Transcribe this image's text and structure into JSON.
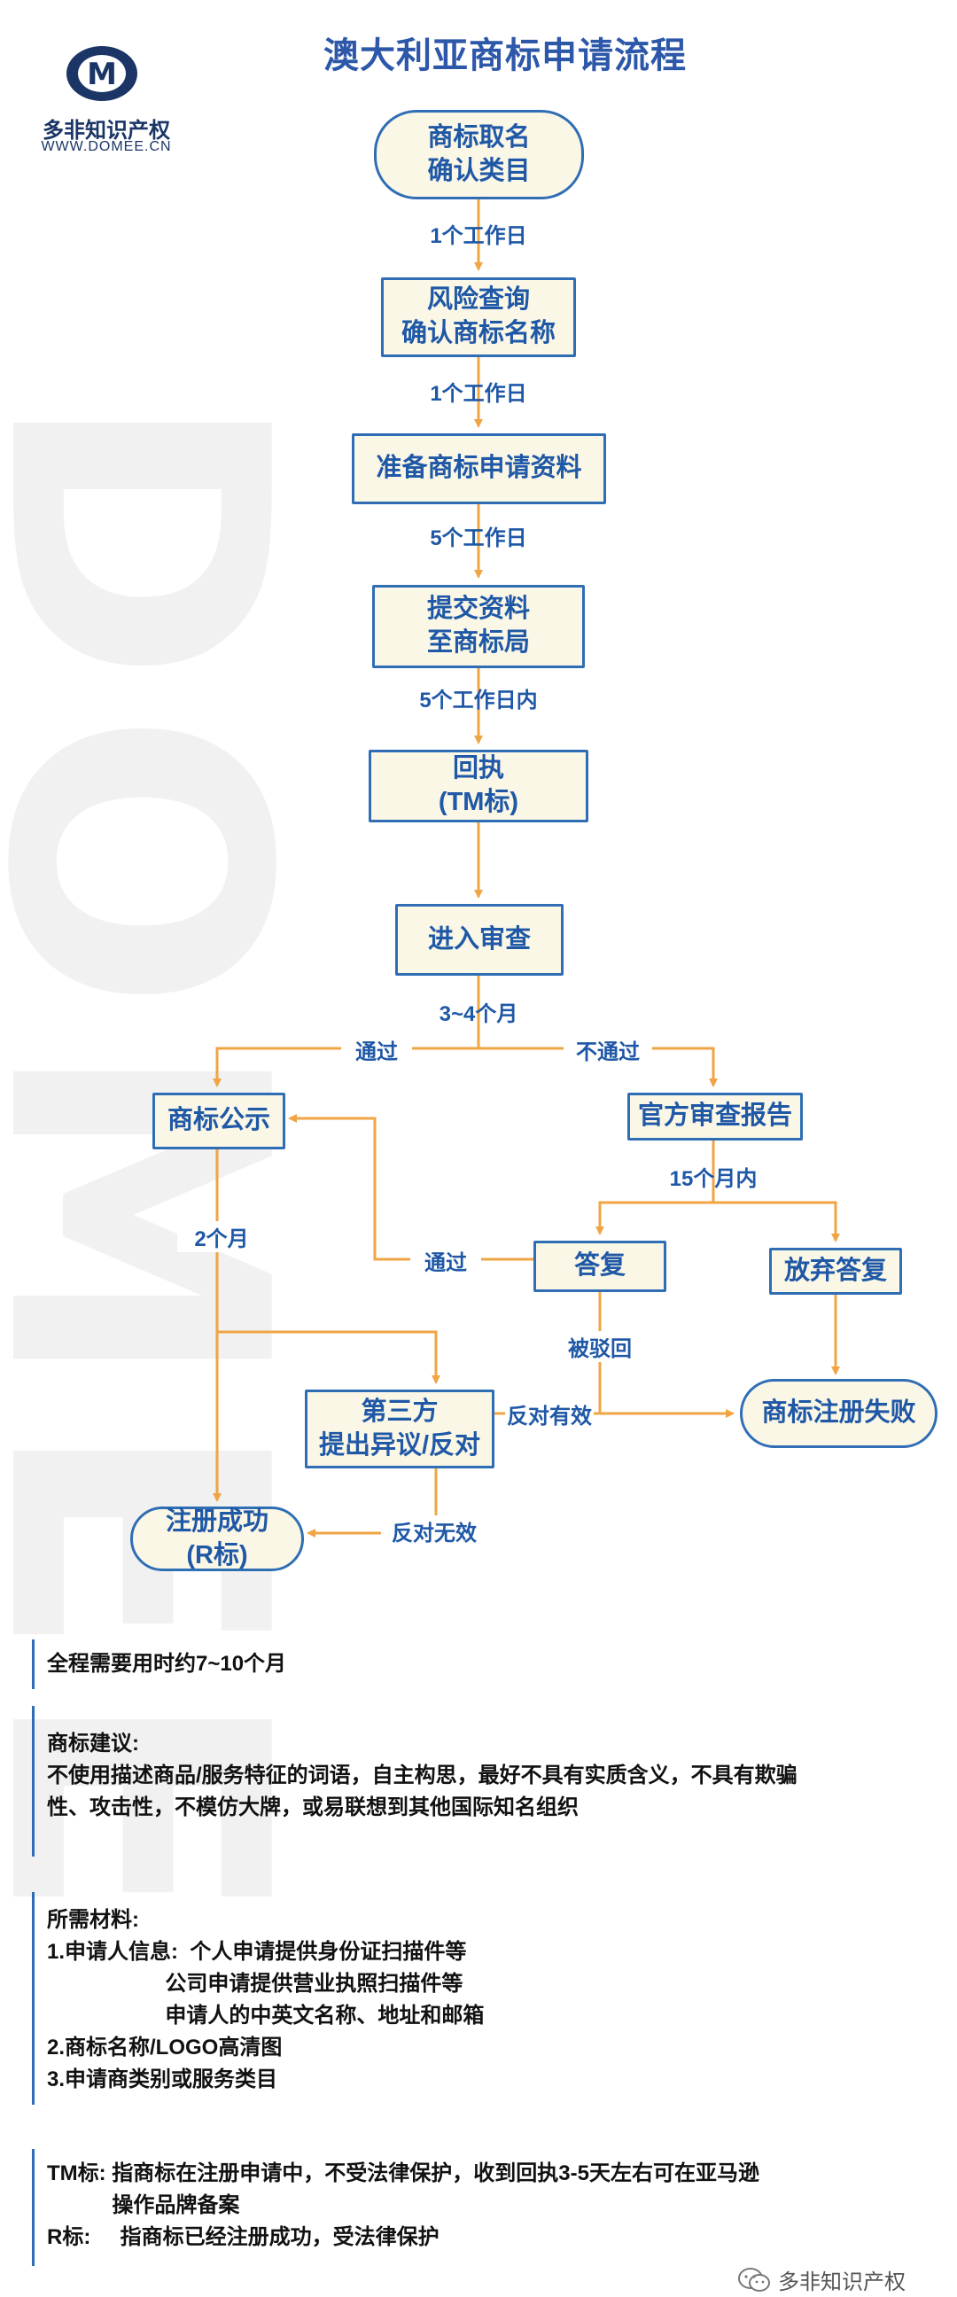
{
  "watermark": "DOMEE",
  "brand": {
    "logo_letter": "M",
    "name": "多非知识产权",
    "url": "WWW.DOMEE.CN"
  },
  "title": "澳大利亚商标申请流程",
  "nodes": {
    "naming": [
      "商标取名",
      "确认类目"
    ],
    "risk": [
      "风险查询",
      "确认商标名称"
    ],
    "prepare": [
      "准备商标申请资料"
    ],
    "submit": [
      "提交资料",
      "至商标局"
    ],
    "receipt": [
      "回执",
      "(TM标)"
    ],
    "exam": [
      "进入审查"
    ],
    "publish": [
      "商标公示"
    ],
    "report": [
      "官方审查报告"
    ],
    "reply": [
      "答复"
    ],
    "abandon": [
      "放弃答复"
    ],
    "third_party": [
      "第三方",
      "提出异议/反对"
    ],
    "fail": [
      "商标注册失败"
    ],
    "success": [
      "注册成功",
      "(R标)"
    ]
  },
  "labels": {
    "d1": "1个工作日",
    "d2": "1个工作日",
    "d3": "5个工作日",
    "d4": "5个工作日内",
    "exam_time": "3~4个月",
    "pass": "通过",
    "fail_exam": "不通过",
    "report_time": "15个月内",
    "reply_pass": "通过",
    "two_months": "2个月",
    "rejected": "被驳回",
    "oppose_valid": "反对有效",
    "oppose_invalid": "反对无效"
  },
  "info": {
    "total": "全程需要用时约7~10个月",
    "advice": {
      "title": "商标建议:",
      "lines": [
        "不使用描述商品/服务特征的词语，自主构思，最好不具有实质含义，不具有欺骗",
        "性、攻击性，不模仿大牌，或易联想到其他国际知名组织"
      ]
    },
    "materials": {
      "title": "所需材料:",
      "lines": [
        "1.申请人信息:  个人申请提供身份证扫描件等",
        "                    公司申请提供营业执照扫描件等",
        "                    申请人的中英文名称、地址和邮箱",
        "2.商标名称/LOGO高清图",
        "3.申请商类别或服务类目"
      ]
    },
    "marks": {
      "lines": [
        "TM标:  指商标在注册申请中，不受法律保护，收到回执3-5天左右可在亚马逊",
        "           操作品牌备案",
        "R标:     指商标已经注册成功，受法律保护"
      ]
    }
  },
  "footer": {
    "wechat": "多非知识产权"
  },
  "colors": {
    "arrow": "#f0a545",
    "border": "#2f6db5",
    "fill": "#fbf7e6",
    "text": "#1f58a6"
  }
}
